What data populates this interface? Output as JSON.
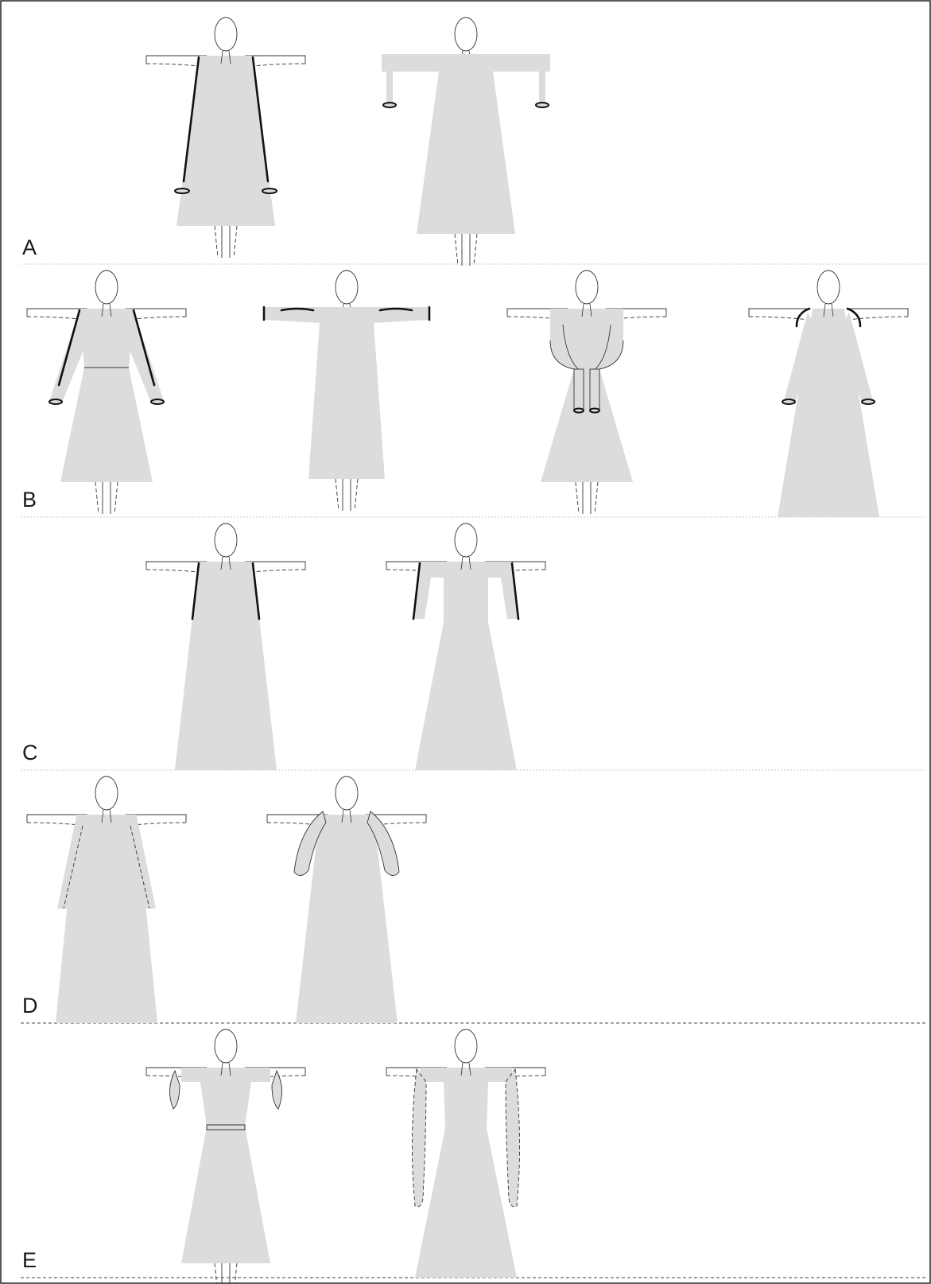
{
  "plate": {
    "rows": [
      {
        "id": "A",
        "label": "A",
        "figure_count": 2
      },
      {
        "id": "B",
        "label": "B",
        "figure_count": 4
      },
      {
        "id": "C",
        "label": "C",
        "figure_count": 2
      },
      {
        "id": "D",
        "label": "D",
        "figure_count": 2
      },
      {
        "id": "E",
        "label": "E",
        "figure_count": 2
      }
    ]
  },
  "colors": {
    "garment_fill": "#dcdcdc",
    "outline": "#333333",
    "seam_dark": "#111111",
    "background": "#ffffff"
  }
}
